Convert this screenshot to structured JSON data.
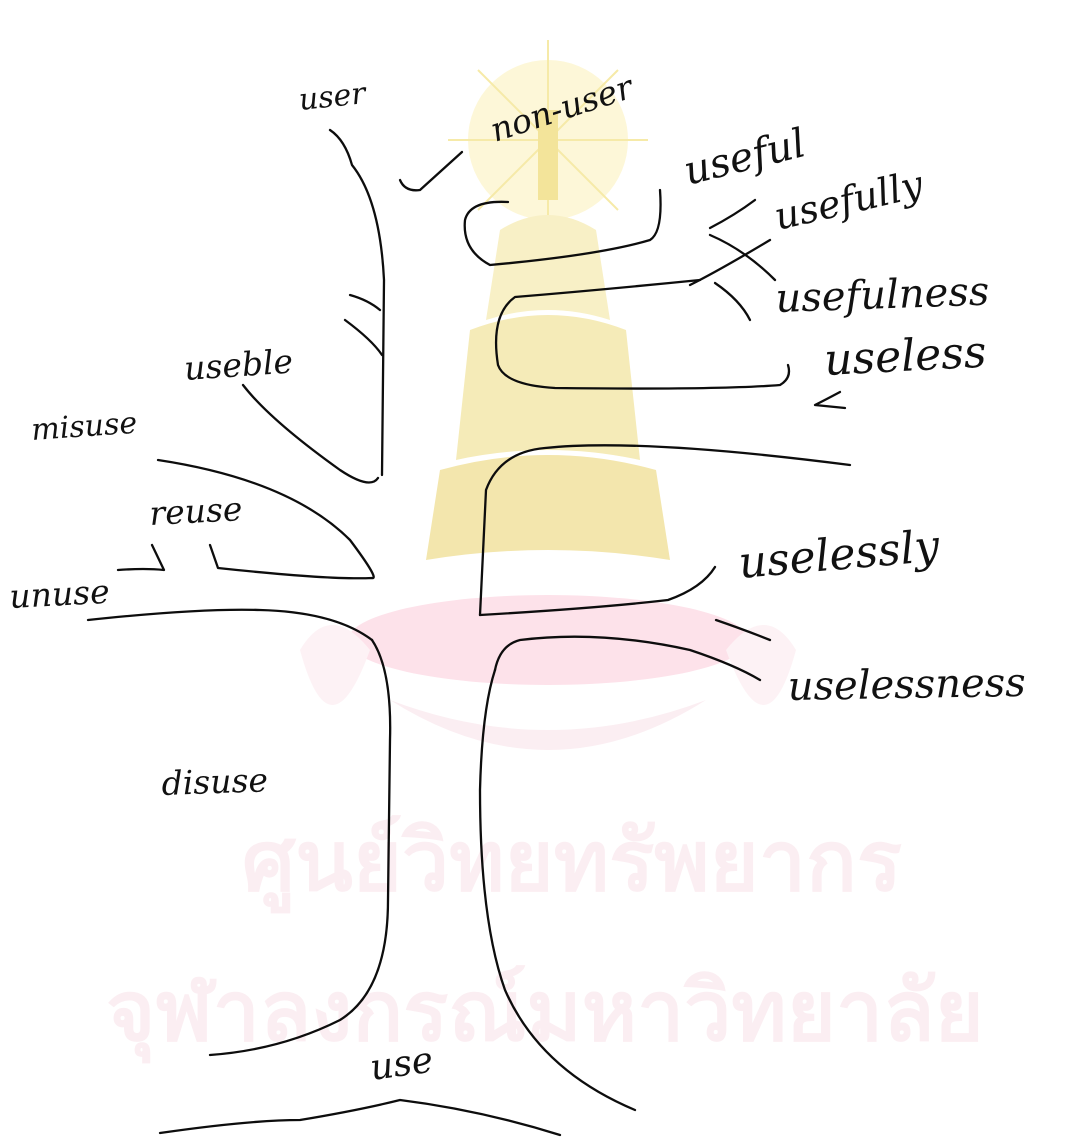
{
  "watermark": {
    "line1": "ศูนย์วิทยทรัพยากร",
    "line2": "จุฬาลงกรณ์มหาวิทยาลัย",
    "color": "#f7dfe7"
  },
  "labels": {
    "user": "user",
    "non_user": "non-user",
    "useful": "useful",
    "usefully": "usefully",
    "usefulness": "usefulness",
    "useless": "useless",
    "useble": "useble",
    "misuse": "misuse",
    "reuse": "reuse",
    "unuse": "unuse",
    "uselessly": "uselessly",
    "uselessness": "uselessness",
    "disuse": "disuse",
    "use": "use"
  }
}
